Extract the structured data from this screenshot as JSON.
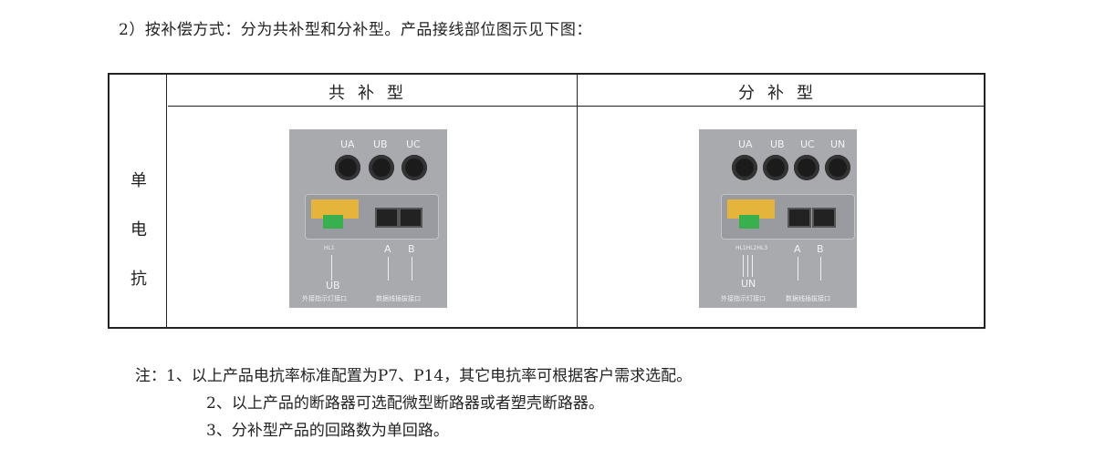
{
  "intro": "2）按补偿方式：分为共补型和分补型。产品接线部位图示见下图：",
  "table": {
    "headers": [
      "共补型",
      "分补型"
    ],
    "row_label": [
      "单",
      "电",
      "抗"
    ],
    "panels": [
      {
        "jacks": [
          "UA",
          "UB",
          "UC"
        ],
        "indicator_label": "HL1",
        "indicator_phase": "UB",
        "indicator_caption": "外接指示灯接口",
        "ports": [
          "A",
          "B"
        ],
        "ports_caption": "数据线插拔接口"
      },
      {
        "jacks": [
          "UA",
          "UB",
          "UC",
          "UN"
        ],
        "indicator_label": "HL1HL2HL3",
        "indicator_phase": "UN",
        "indicator_caption": "外接指示灯接口",
        "ports": [
          "A",
          "B"
        ],
        "ports_caption": "数据线插拔接口"
      }
    ]
  },
  "notes": [
    "注：1、以上产品电抗率标准配置为P7、P14，其它电抗率可根据客户需求选配。",
    "2、以上产品的断路器可选配微型断路器或者塑壳断路器。",
    "3、分补型产品的回路数为单回路。"
  ]
}
